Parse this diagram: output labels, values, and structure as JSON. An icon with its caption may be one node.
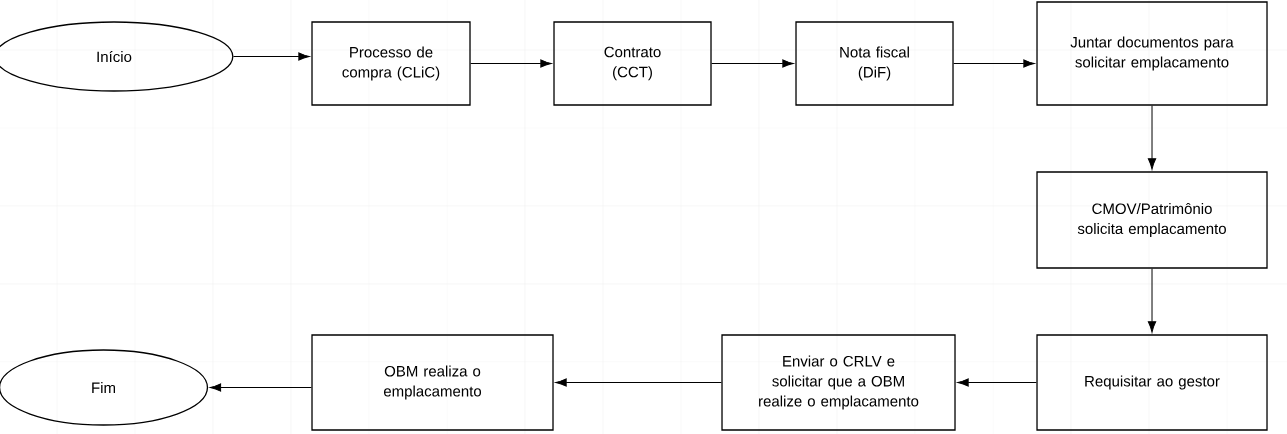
{
  "diagram": {
    "nodes": [
      {
        "text": [
          "Início"
        ]
      },
      {
        "text": [
          "Processo de compra (CLiC)"
        ]
      },
      {
        "text": [
          "Contrato (CCT)"
        ]
      },
      {
        "text": [
          "Nota fiscal (DiF)"
        ]
      },
      {
        "text": [
          "Juntar documentos para solicitar emplacamento"
        ]
      },
      {
        "text": [
          "CMOV/Patrimônio solicita emplacamento"
        ]
      },
      {
        "text": [
          "Requisitar ao gestor"
        ]
      },
      {
        "text": [
          "Enviar o CRLV e solicitar que a OBM realize o emplacamento"
        ]
      },
      {
        "text": [
          "OBM realiza o emplacamento"
        ]
      },
      {
        "text": [
          "Fim"
        ]
      }
    ],
    "edges": [
      {
        "from": 0,
        "to": 1,
        "arrow": "to"
      },
      {
        "from": 1,
        "to": 2,
        "arrow": "to"
      },
      {
        "from": 2,
        "to": 3,
        "arrow": "to"
      },
      {
        "from": 3,
        "to": 4,
        "arrow": "to"
      },
      {
        "from": 4,
        "to": 5,
        "arrow": "to"
      },
      {
        "from": 5,
        "to": 6,
        "arrow": "to"
      },
      {
        "from": 6,
        "to": 7,
        "arrow": "to"
      },
      {
        "from": 7,
        "to": 8,
        "arrow": "to"
      },
      {
        "from": 8,
        "to": 9,
        "arrow": "to"
      }
    ]
  }
}
